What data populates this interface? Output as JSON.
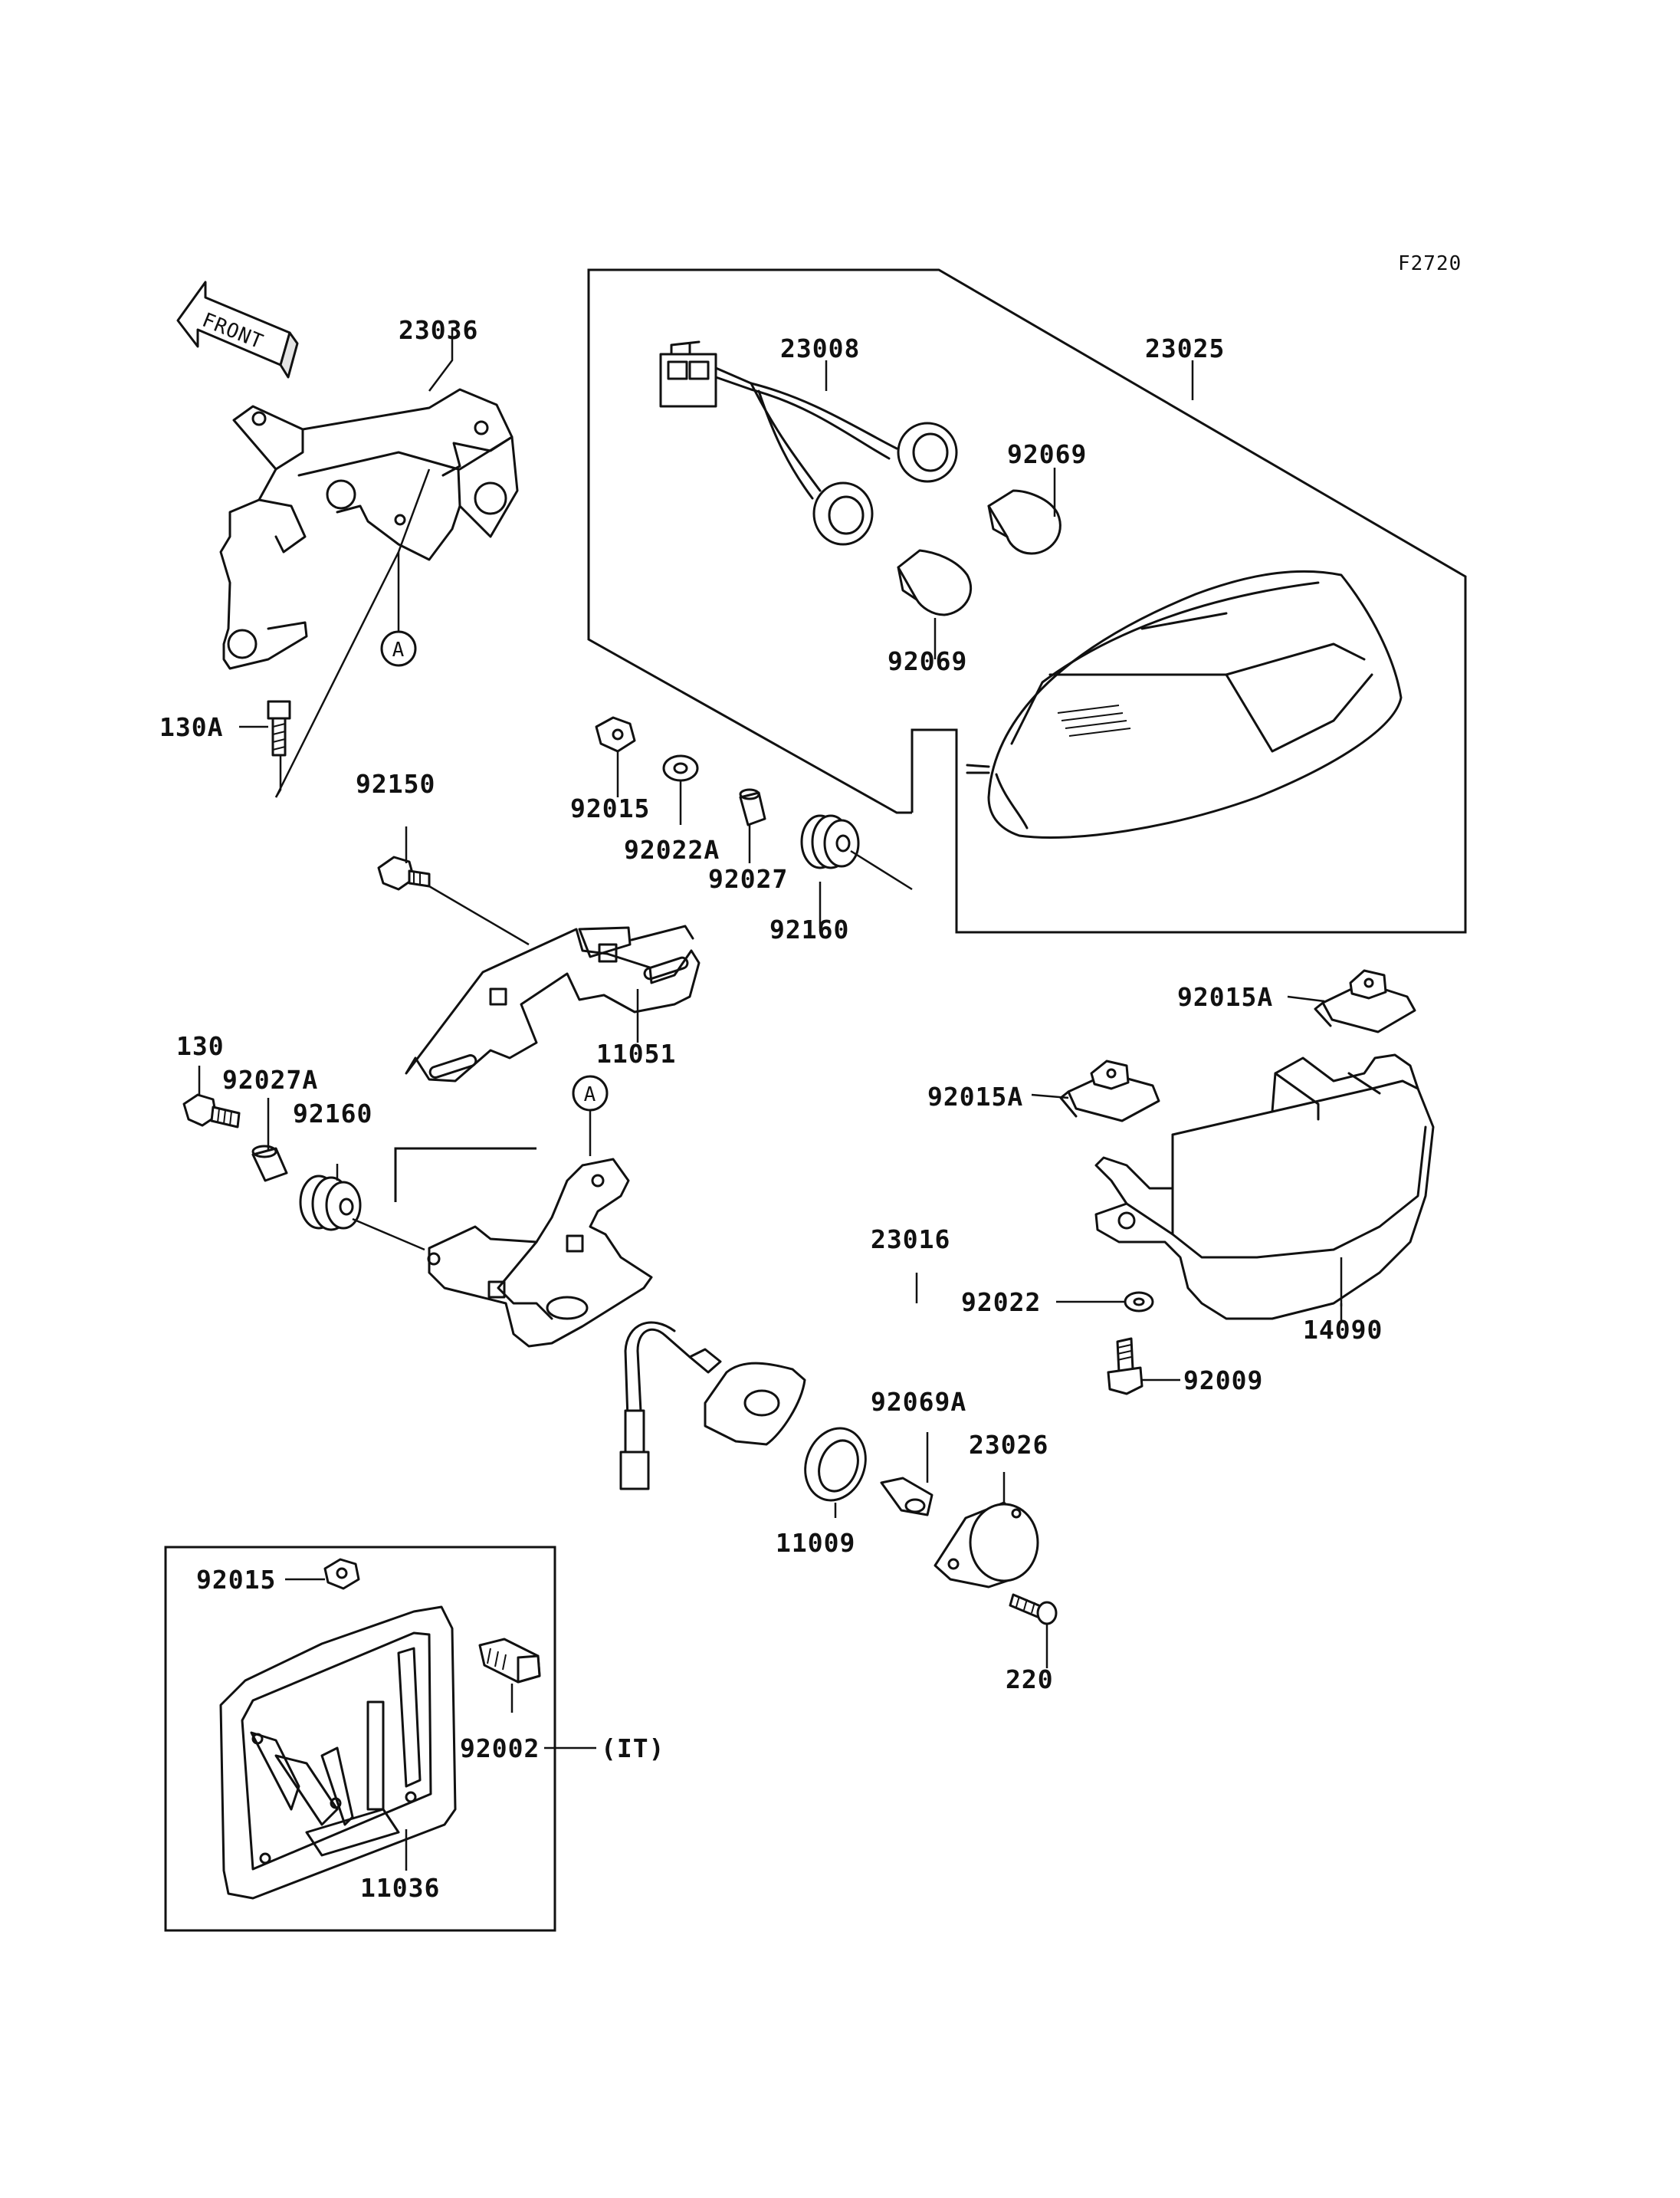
{
  "figure_code": "F2720",
  "front_label": "FRONT",
  "ref_marker": "A",
  "option_note": "(IT)",
  "parts": {
    "p23036": "23036",
    "p23008": "23008",
    "p23025": "23025",
    "p92069_top": "92069",
    "p92069_bottom": "92069",
    "p130A": "130A",
    "p92150": "92150",
    "p92015_mid": "92015",
    "p92022A": "92022A",
    "p92027": "92027",
    "p92160_mid": "92160",
    "p11051": "11051",
    "p92015A_right": "92015A",
    "p92015A_left": "92015A",
    "p130": "130",
    "p92027A": "92027A",
    "p92160_left": "92160",
    "p23016": "23016",
    "p92022": "92022",
    "p14090": "14090",
    "p92009": "92009",
    "p92069A": "92069A",
    "p23026": "23026",
    "p11009": "11009",
    "p220": "220",
    "p92015_bottom": "92015",
    "p92002": "92002",
    "p11036": "11036"
  }
}
